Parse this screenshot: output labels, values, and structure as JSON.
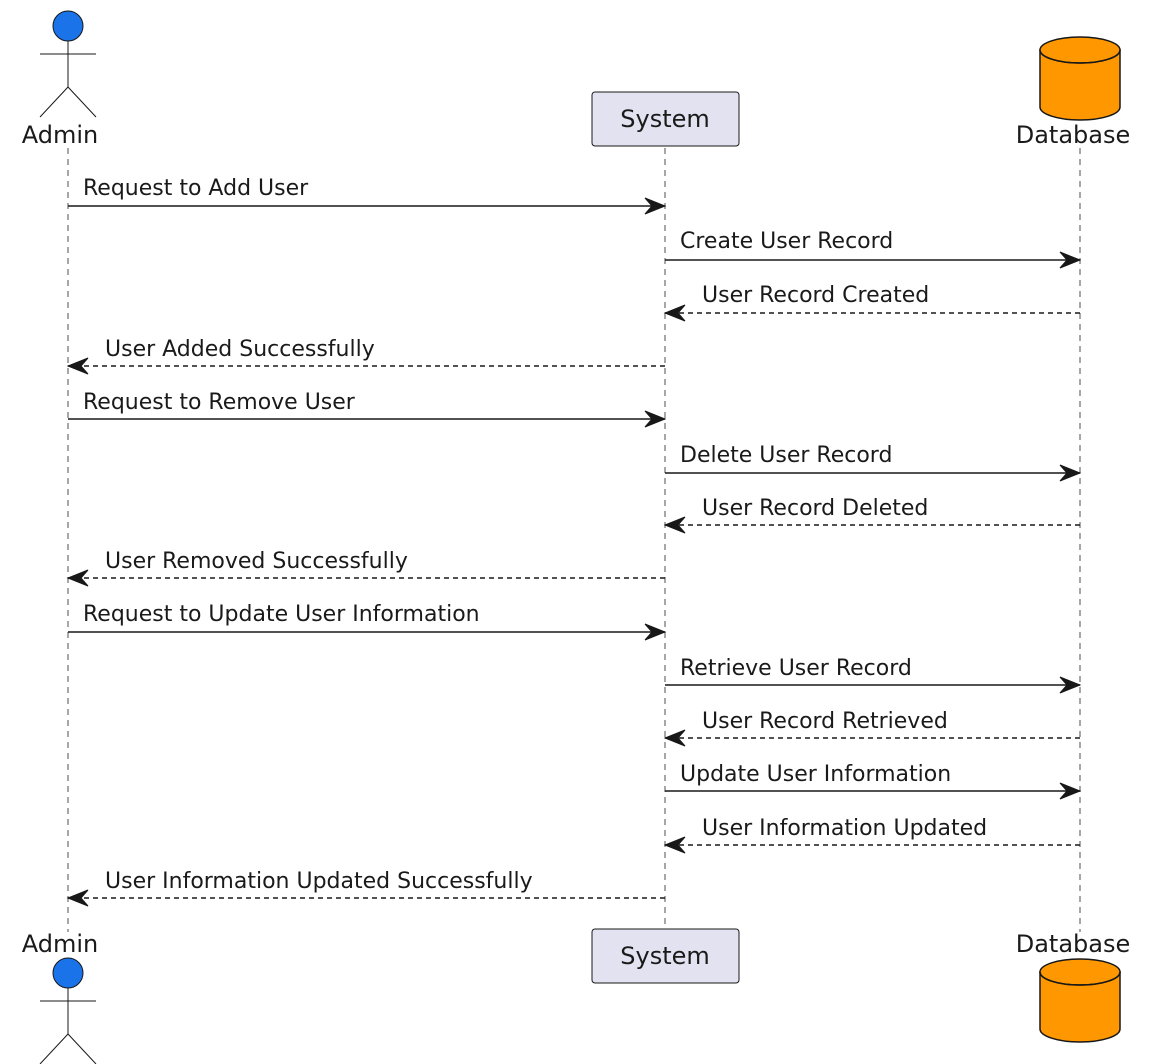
{
  "participants": [
    {
      "id": "admin",
      "label": "Admin",
      "kind": "actor",
      "color": "#1a73e8"
    },
    {
      "id": "system",
      "label": "System",
      "kind": "participant",
      "color": "#e2e2f0"
    },
    {
      "id": "database",
      "label": "Database",
      "kind": "database",
      "color": "#ff9800"
    }
  ],
  "messages": [
    {
      "from": "admin",
      "to": "system",
      "label": "Request to Add User",
      "style": "solid"
    },
    {
      "from": "system",
      "to": "database",
      "label": "Create User Record",
      "style": "solid"
    },
    {
      "from": "database",
      "to": "system",
      "label": "User Record Created",
      "style": "dashed"
    },
    {
      "from": "system",
      "to": "admin",
      "label": "User Added Successfully",
      "style": "dashed"
    },
    {
      "from": "admin",
      "to": "system",
      "label": "Request to Remove User",
      "style": "solid"
    },
    {
      "from": "system",
      "to": "database",
      "label": "Delete User Record",
      "style": "solid"
    },
    {
      "from": "database",
      "to": "system",
      "label": "User Record Deleted",
      "style": "dashed"
    },
    {
      "from": "system",
      "to": "admin",
      "label": "User Removed Successfully",
      "style": "dashed"
    },
    {
      "from": "admin",
      "to": "system",
      "label": "Request to Update User Information",
      "style": "solid"
    },
    {
      "from": "system",
      "to": "database",
      "label": "Retrieve User Record",
      "style": "solid"
    },
    {
      "from": "database",
      "to": "system",
      "label": "User Record Retrieved",
      "style": "dashed"
    },
    {
      "from": "system",
      "to": "database",
      "label": "Update User Information",
      "style": "solid"
    },
    {
      "from": "database",
      "to": "system",
      "label": "User Information Updated",
      "style": "dashed"
    },
    {
      "from": "system",
      "to": "admin",
      "label": "User Information Updated Successfully",
      "style": "dashed"
    }
  ]
}
